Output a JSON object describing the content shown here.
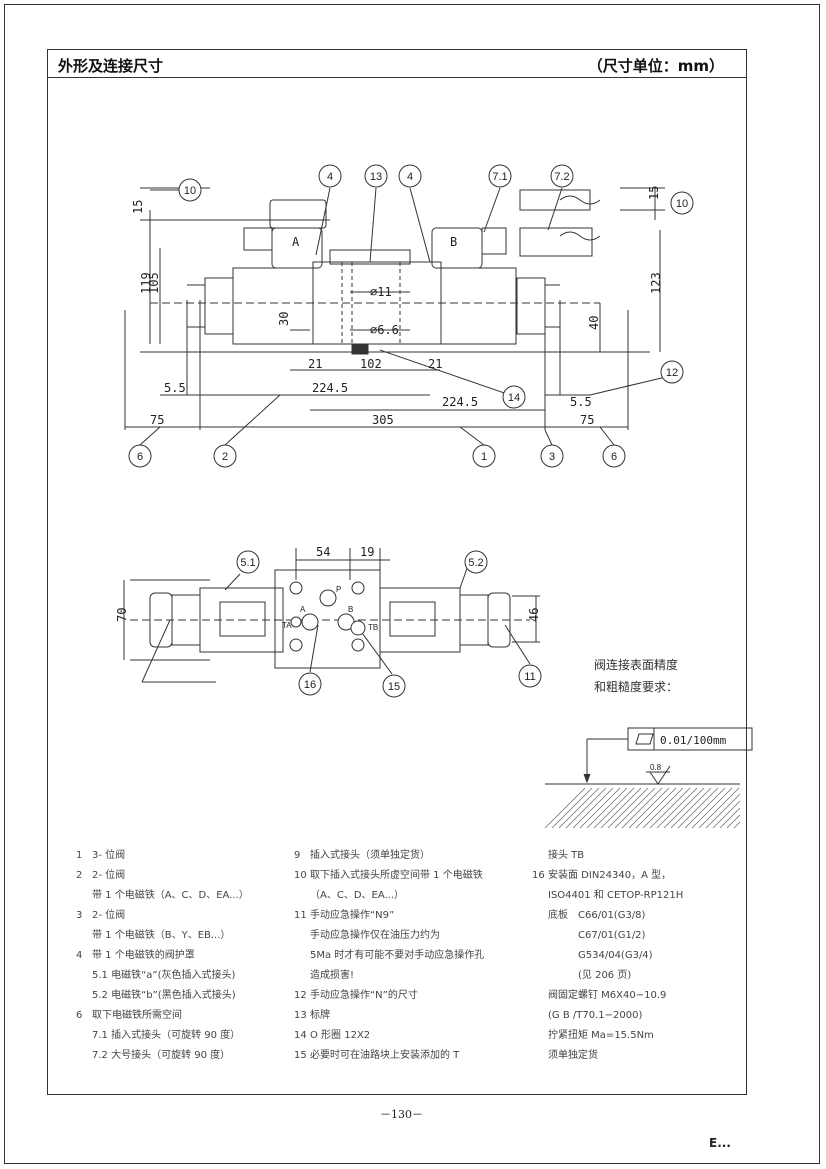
{
  "header": {
    "title": "外形及连接尺寸",
    "unit": "（尺寸单位：mm）"
  },
  "page_number": "－130－",
  "brand": "E...",
  "roughness_title": [
    "阀连接表面精度",
    "和粗糙度要求："
  ],
  "tolerance": "0.01/100mm",
  "roughness": "0.8",
  "drawing_top": {
    "callouts": [
      "10",
      "4",
      "13",
      "4",
      "7.1",
      "7.2",
      "10",
      "12",
      "14",
      "6",
      "2",
      "1",
      "3",
      "6"
    ],
    "dims": [
      "15",
      "119",
      "105",
      "30",
      "21",
      "21",
      "102",
      "224.5",
      "224.5",
      "5.5",
      "5.5",
      "75",
      "305",
      "75",
      "123",
      "40",
      "15"
    ],
    "dias": [
      "⌀11",
      "⌀6.6"
    ],
    "coil_a": "A",
    "coil_b": "B"
  },
  "drawing_bottom": {
    "callouts": [
      "5.1",
      "5.2",
      "16",
      "15",
      "11"
    ],
    "dims": [
      "54",
      "19",
      "70",
      "46"
    ],
    "ports": [
      "P",
      "A",
      "B",
      "TA",
      "TB"
    ]
  },
  "legend": {
    "col1": [
      {
        "n": "1",
        "t": "3- 位阀"
      },
      {
        "n": "2",
        "t": "2- 位阀"
      },
      {
        "n": "",
        "t": "带 1 个电磁铁（A、C、D、EA...）"
      },
      {
        "n": "3",
        "t": "2- 位阀"
      },
      {
        "n": "",
        "t": "带 1 个电磁铁（B、Y、EB...）"
      },
      {
        "n": "4",
        "t": "带 1 个电磁铁的阀护罩"
      },
      {
        "n": "",
        "t": "5.1 电磁铁“a”(灰色插入式接头)"
      },
      {
        "n": "",
        "t": "5.2 电磁铁“b”(黑色插入式接头)"
      },
      {
        "n": "6",
        "t": "取下电磁铁所需空间"
      },
      {
        "n": "",
        "t": "7.1 插入式接头（可旋转 90 度）"
      },
      {
        "n": "",
        "t": "7.2 大号接头（可旋转 90 度）"
      }
    ],
    "col2": [
      {
        "n": "9",
        "t": "插入式接头（须单独定货）"
      },
      {
        "n": "10",
        "t": "取下插入式接头所虚空间带 1 个电磁铁"
      },
      {
        "n": "",
        "t": "（A、C、D、EA...）"
      },
      {
        "n": "11",
        "t": "手动应急操作“N9”"
      },
      {
        "n": "",
        "t": "手动应急操作仅在油压力约为"
      },
      {
        "n": "",
        "t": "5Ma 时才有可能不要对手动应急操作孔"
      },
      {
        "n": "",
        "t": "造成损害!"
      },
      {
        "n": "12",
        "t": "手动应急操作“N”的尺寸"
      },
      {
        "n": "13",
        "t": "标牌"
      },
      {
        "n": "14",
        "t": "O 形圈 12X2"
      },
      {
        "n": "15",
        "t": "必要时可在油路块上安装添加的 T"
      }
    ],
    "col3": [
      {
        "n": "",
        "t": "接头 TB"
      },
      {
        "n": "16",
        "t": "安装面 DIN24340，A 型，"
      },
      {
        "n": "",
        "t": "ISO4401 和 CETOP-RP121H"
      },
      {
        "n": "",
        "t": "底板　C66/01(G3/8)"
      },
      {
        "n": "",
        "t": "　　　C67/01(G1/2)"
      },
      {
        "n": "",
        "t": "　　　G534/04(G3/4)"
      },
      {
        "n": "",
        "t": "　　　(见 206 页)"
      },
      {
        "n": "",
        "t": "阀固定螺钉 M6X40−10.9"
      },
      {
        "n": "",
        "t": "(G B /T70.1−2000)"
      },
      {
        "n": "",
        "t": "拧紧扭矩 Ma=15.5Nm"
      },
      {
        "n": "",
        "t": "须单独定货"
      }
    ]
  }
}
